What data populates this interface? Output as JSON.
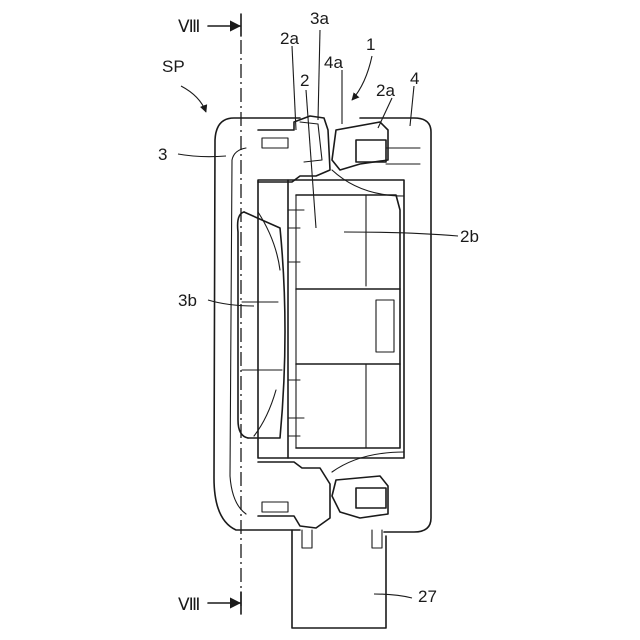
{
  "labels": {
    "section_top": "Ⅷ",
    "section_bottom": "Ⅷ",
    "sp": "SP",
    "n1": "1",
    "n3a": "3a",
    "n2a_left": "2a",
    "n2": "2",
    "n4a": "4a",
    "n2a_right": "2a",
    "n4": "4",
    "n3": "3",
    "n2b": "2b",
    "n3b": "3b",
    "n27": "27"
  }
}
